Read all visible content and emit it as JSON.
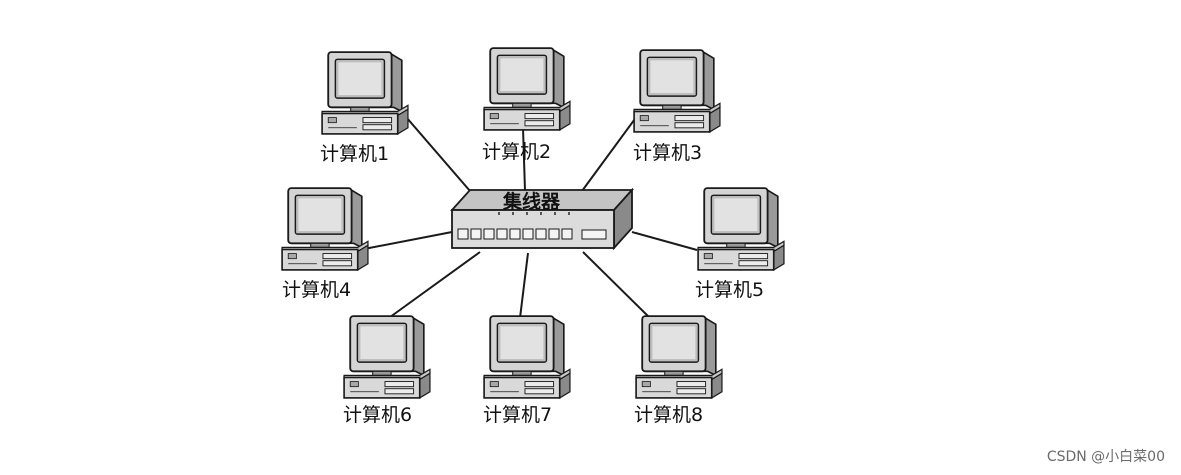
{
  "hub": {
    "label": "集线器"
  },
  "computers": [
    {
      "label": "计算机1"
    },
    {
      "label": "计算机2"
    },
    {
      "label": "计算机3"
    },
    {
      "label": "计算机4"
    },
    {
      "label": "计算机5"
    },
    {
      "label": "计算机6"
    },
    {
      "label": "计算机7"
    },
    {
      "label": "计算机8"
    }
  ],
  "watermark": "CSDN @小白菜00"
}
